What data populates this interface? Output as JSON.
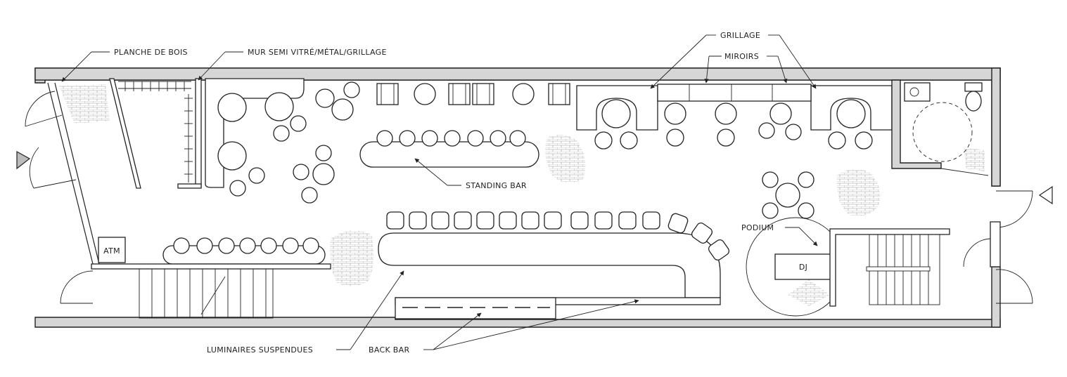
{
  "labels": {
    "planche": "PLANCHE DE BOIS",
    "mur": "MUR SEMI VITRÉ/MÉTAL/GRILLAGE",
    "grillage": "GRILLAGE",
    "miroirs": "MIROIRS",
    "standing_bar": "STANDING BAR",
    "podium": "PODIUM",
    "dj": "DJ",
    "atm": "ATM",
    "luminaires": "LUMINAIRES SUSPENDUES",
    "back_bar": "BACK BAR"
  },
  "colors": {
    "wall_fill": "#d6d6d6",
    "line": "#222222"
  },
  "icons": {
    "entry_left": "triangle-right-icon",
    "entry_right": "triangle-left-icon"
  }
}
